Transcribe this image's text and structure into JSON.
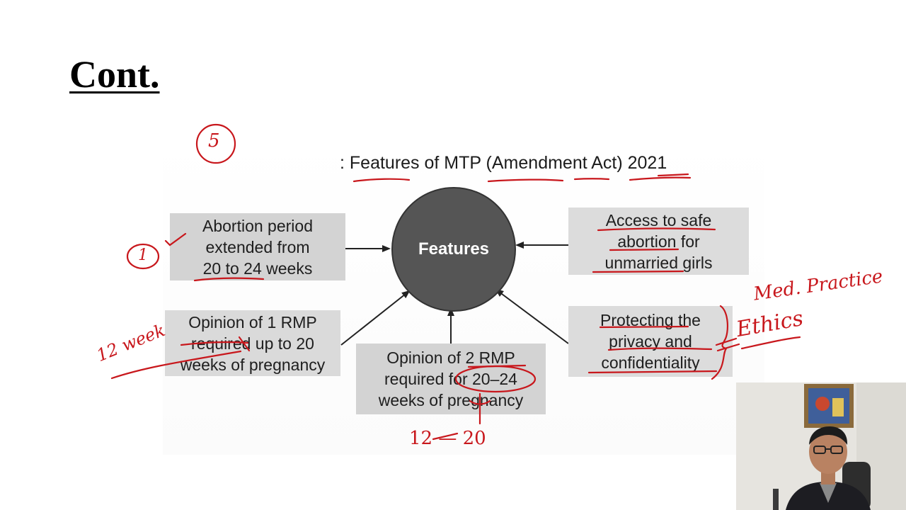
{
  "slide": {
    "title": "Cont."
  },
  "figure": {
    "caption": ": Features of MTP (Amendment Act) 2021",
    "hub_label": "Features",
    "boxes": {
      "abortion_period": [
        "Abortion period",
        "extended from",
        "20 to 24 weeks"
      ],
      "one_rmp": [
        "Opinion of 1 RMP",
        "required up to 20",
        "weeks of pregnancy"
      ],
      "two_rmp": [
        "Opinion of 2 RMP",
        "required for 20–24",
        "weeks of pregnancy"
      ],
      "unmarried": [
        "Access to safe",
        "abortion for",
        "unmarried girls"
      ],
      "privacy": [
        "Protecting the",
        "privacy and",
        "confidentiality"
      ]
    }
  },
  "annotations": {
    "circle_5": "5",
    "circle_1": "1",
    "note_12weeks": "12 week",
    "note_12_20": "12 — 20",
    "note_ethics": "Ethics",
    "note_med_practice": "Med. Practice"
  },
  "colors": {
    "ink": "#c8171c",
    "box": "#d3d3d3",
    "hub": "#555555"
  }
}
